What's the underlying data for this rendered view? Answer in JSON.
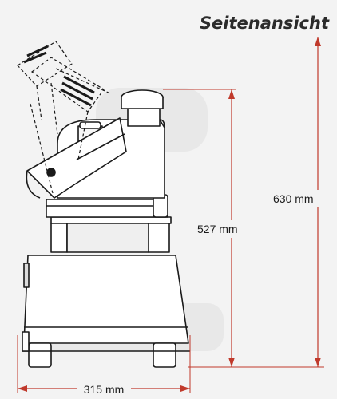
{
  "title": "Seitenansicht",
  "dimensions": {
    "width_label": "315 mm",
    "height_label": "527 mm",
    "height_tilted_label": "630 mm"
  },
  "colors": {
    "dimension_line": "#c0392b",
    "outline": "#1a1a1a",
    "background": "#f3f3f3"
  }
}
